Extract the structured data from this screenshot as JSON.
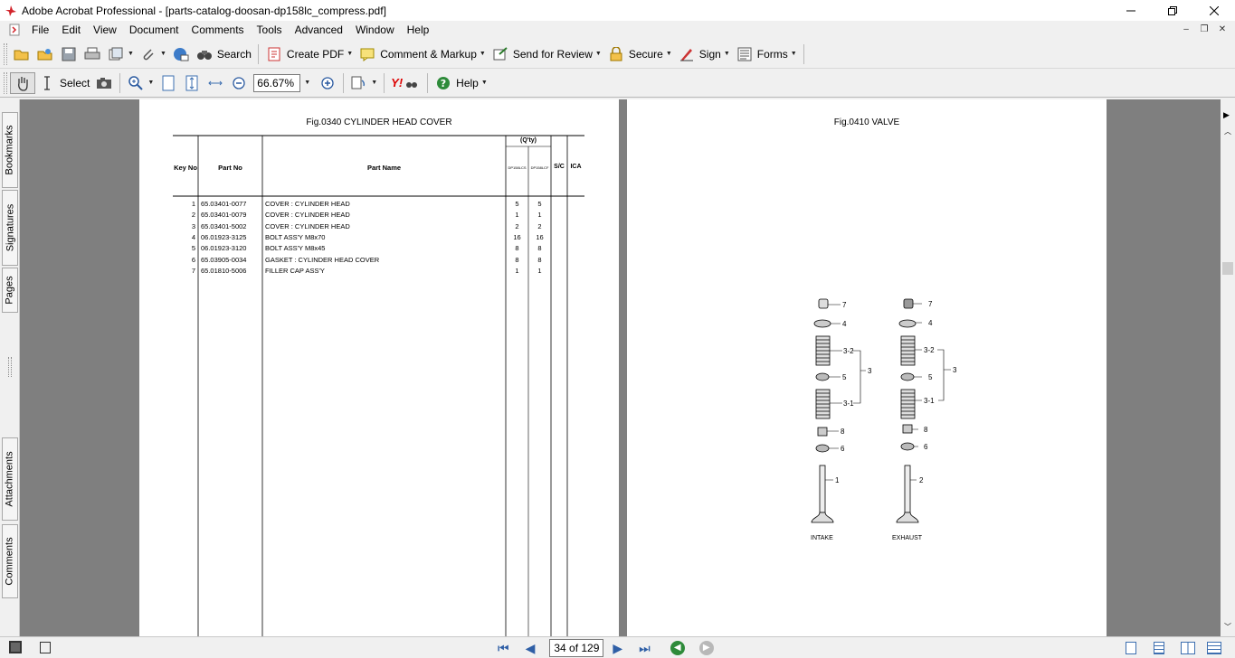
{
  "window": {
    "title": "Adobe Acrobat Professional - [parts-catalog-doosan-dp158lc_compress.pdf]"
  },
  "menu": [
    "File",
    "Edit",
    "View",
    "Document",
    "Comments",
    "Tools",
    "Advanced",
    "Window",
    "Help"
  ],
  "toolbar1": {
    "search": "Search",
    "create_pdf": "Create PDF",
    "comment": "Comment & Markup",
    "review": "Send for Review",
    "secure": "Secure",
    "sign": "Sign",
    "forms": "Forms"
  },
  "toolbar2": {
    "select": "Select",
    "zoom": "66.67%",
    "help": "Help",
    "yahoo": "Y!"
  },
  "sidepanel": {
    "bookmarks": "Bookmarks",
    "signatures": "Signatures",
    "pages": "Pages",
    "attachments": "Attachments",
    "comments": "Comments"
  },
  "page1": {
    "title": "Fig.0340 CYLINDER HEAD COVER",
    "headers": {
      "key": "Key No",
      "part_no": "Part No",
      "part_name": "Part Name",
      "qty": "(Q'ty)",
      "m1": "DP158LCS",
      "m2": "DP158LCF",
      "sc": "S/C",
      "ica": "ICA"
    },
    "rows": [
      {
        "key": "1",
        "no": "65.03401-0077",
        "name": "COVER : CYLINDER HEAD",
        "q1": "5",
        "q2": "5"
      },
      {
        "key": "2",
        "no": "65.03401-0079",
        "name": "COVER : CYLINDER HEAD",
        "q1": "1",
        "q2": "1"
      },
      {
        "key": "3",
        "no": "65.03401-5002",
        "name": "COVER : CYLINDER HEAD",
        "q1": "2",
        "q2": "2"
      },
      {
        "key": "4",
        "no": "06.01923-3125",
        "name": "BOLT ASS'Y  M8x70",
        "q1": "16",
        "q2": "16"
      },
      {
        "key": "5",
        "no": "06.01923-3120",
        "name": "BOLT ASS'Y  M8x45",
        "q1": "8",
        "q2": "8"
      },
      {
        "key": "6",
        "no": "65.03905-0034",
        "name": "GASKET : CYLINDER HEAD COVER",
        "q1": "8",
        "q2": "8"
      },
      {
        "key": "7",
        "no": "65.01810-5006",
        "name": "FILLER CAP ASS'Y",
        "q1": "1",
        "q2": "1"
      }
    ]
  },
  "page2": {
    "title": "Fig.0410 VALVE",
    "intake": "INTAKE",
    "exhaust": "EXHAUST",
    "labels": {
      "l7": "7",
      "l4": "4",
      "l32": "3-2",
      "l3": "3",
      "l5": "5",
      "l31": "3-1",
      "l8": "8",
      "l6": "6",
      "l1": "1",
      "l2": "2"
    }
  },
  "status": {
    "page": "34 of 129"
  }
}
